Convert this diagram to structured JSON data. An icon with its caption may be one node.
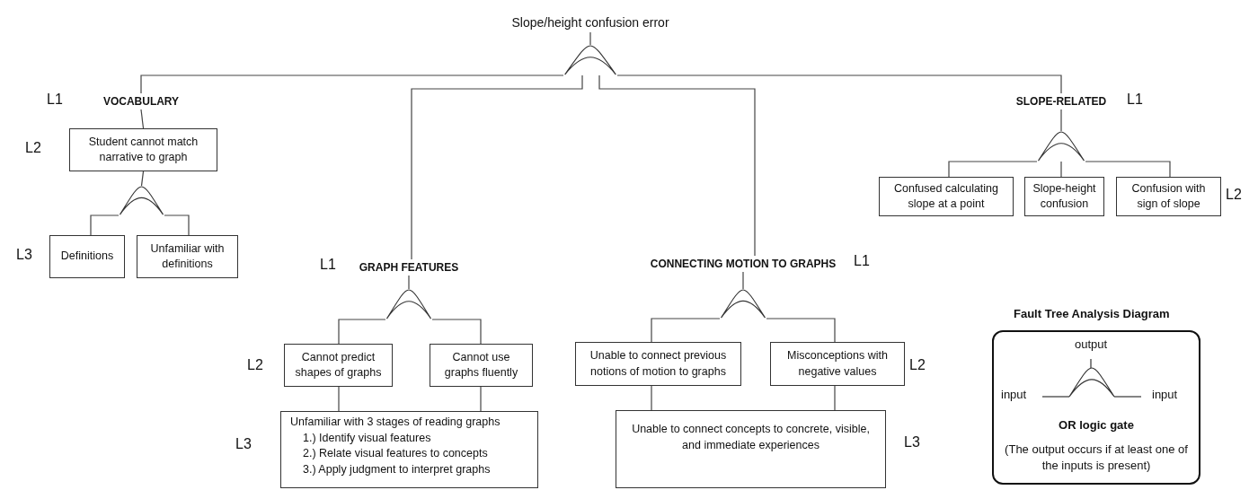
{
  "diagram": {
    "nodes": [
      {
        "text": [
          "Slope/height confusion error"
        ]
      },
      {
        "text": [],
        "shape": "gate"
      },
      {
        "text": [
          "VOCABULARY"
        ],
        "beside": [
          "L1"
        ]
      },
      {
        "text": [
          "SLOPE-RELATED"
        ],
        "beside": [
          "L1"
        ]
      },
      {
        "text": [
          "Student cannot match narrative to graph"
        ],
        "beside": [
          "L2"
        ]
      },
      {
        "text": [],
        "shape": "gate"
      },
      {
        "text": [],
        "shape": "gate"
      },
      {
        "text": [
          "Confused calculating slope at a point"
        ]
      },
      {
        "text": [
          "Slope-height confusion"
        ]
      },
      {
        "text": [
          "Confusion with sign of slope"
        ],
        "beside": [
          "L2"
        ]
      },
      {
        "text": [
          "Definitions"
        ],
        "beside": [
          "L3"
        ]
      },
      {
        "text": [
          "Unfamiliar with definitions"
        ]
      },
      {
        "text": [
          "GRAPH FEATURES"
        ],
        "beside": [
          "L1"
        ]
      },
      {
        "text": [
          "CONNECTING MOTION TO GRAPHS"
        ],
        "beside": [
          "L1"
        ]
      },
      {
        "text": [],
        "shape": "gate"
      },
      {
        "text": [],
        "shape": "gate"
      },
      {
        "text": [
          "Fault Tree Analysis Diagram",
          "output",
          "input",
          "input",
          "OR logic gate",
          "(The output occurs if at least one of the inputs is present)"
        ]
      },
      {
        "text": [
          "Cannot predict shapes of graphs"
        ],
        "beside": [
          "L2"
        ]
      },
      {
        "text": [
          "Cannot use graphs fluently"
        ]
      },
      {
        "text": [
          "Unable to connect previous notions of motion to graphs"
        ]
      },
      {
        "text": [
          "Misconceptions with negative values"
        ],
        "beside": [
          "L2"
        ]
      },
      {
        "text": [
          "Unfamiliar with 3 stages of reading graphs",
          "1.) Identify visual features",
          "2.) Relate visual features to concepts",
          "3.) Apply judgment to interpret graphs"
        ],
        "beside": [
          "L3"
        ]
      },
      {
        "text": [
          "Unable to connect concepts to concrete, visible, and immediate experiences"
        ],
        "beside": [
          "L3"
        ]
      }
    ],
    "edges": [
      {
        "from": 1,
        "to": 0,
        "arrow": "none"
      },
      {
        "from": 2,
        "to": 1,
        "arrow": "none"
      },
      {
        "from": 12,
        "to": 1,
        "arrow": "none"
      },
      {
        "from": 13,
        "to": 1,
        "arrow": "none"
      },
      {
        "from": 3,
        "to": 1,
        "arrow": "none"
      },
      {
        "from": 4,
        "to": 2,
        "arrow": "none"
      },
      {
        "from": 5,
        "to": 4,
        "arrow": "none"
      },
      {
        "from": 10,
        "to": 5,
        "arrow": "none"
      },
      {
        "from": 11,
        "to": 5,
        "arrow": "none"
      },
      {
        "from": 6,
        "to": 3,
        "arrow": "none"
      },
      {
        "from": 7,
        "to": 6,
        "arrow": "none"
      },
      {
        "from": 8,
        "to": 6,
        "arrow": "none"
      },
      {
        "from": 9,
        "to": 6,
        "arrow": "none"
      },
      {
        "from": 14,
        "to": 12,
        "arrow": "none"
      },
      {
        "from": 17,
        "to": 14,
        "arrow": "none"
      },
      {
        "from": 18,
        "to": 14,
        "arrow": "none"
      },
      {
        "from": 21,
        "to": 17,
        "arrow": "none"
      },
      {
        "from": 21,
        "to": 18,
        "arrow": "none"
      },
      {
        "from": 15,
        "to": 13,
        "arrow": "none"
      },
      {
        "from": 19,
        "to": 15,
        "arrow": "none"
      },
      {
        "from": 20,
        "to": 15,
        "arrow": "none"
      },
      {
        "from": 22,
        "to": 19,
        "arrow": "none"
      },
      {
        "from": 22,
        "to": 20,
        "arrow": "none"
      }
    ]
  }
}
